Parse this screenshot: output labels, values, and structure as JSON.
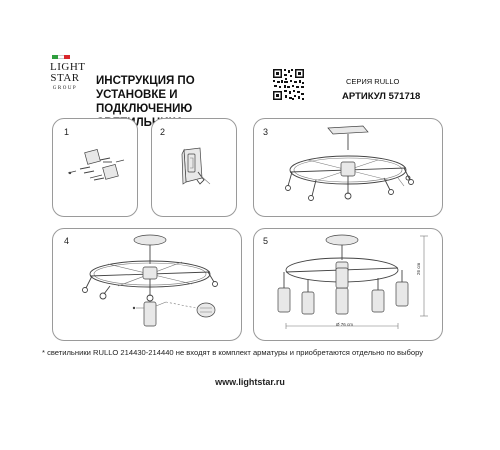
{
  "header": {
    "logo_text_line1": "LIGHT",
    "logo_text_line2": "STAR",
    "logo_text_line3": "GROUP",
    "title_line1": "ИНСТРУКЦИЯ ПО УСТАНОВКЕ И",
    "title_line2": "ПОДКЛЮЧЕНИЮ СВЕТИЛЬНИКА",
    "series": "СЕРИЯ RULLO",
    "article": "АРТИКУЛ 571718",
    "flag_colors": [
      "#2e9e3e",
      "#ffffff",
      "#d9262c"
    ]
  },
  "steps": [
    {
      "number": "1"
    },
    {
      "number": "2"
    },
    {
      "number": "3"
    },
    {
      "number": "4"
    },
    {
      "number": "5"
    }
  ],
  "dimensions": {
    "width": "Ø 76 cm",
    "height": "26 cm"
  },
  "footnote": "* светильники RULLO 214430-214440 не входят в комплект арматуры и приобретаются отдельно по выбору",
  "website": "www.lightstar.ru",
  "icons": [
    "logo-icon",
    "flag-icon",
    "qr-code-icon"
  ]
}
